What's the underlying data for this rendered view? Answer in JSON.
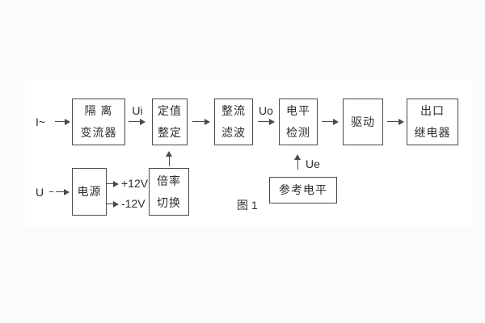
{
  "page": {
    "background": "#fbfbfb",
    "panel_background": "#ffffff",
    "line_color": "#4a4a4a",
    "text_color": "#2e2e2e"
  },
  "diagram": {
    "caption": "图 1",
    "inputs": {
      "current": "I~",
      "voltage": "U"
    },
    "signals": {
      "ui": "Ui",
      "uo": "Uo",
      "ue": "Ue",
      "plus12": "+12V",
      "minus12": "-12V"
    },
    "blocks": {
      "isolation": {
        "line1": "隔 离",
        "line2": "变流器"
      },
      "setting": {
        "line1": "定值",
        "line2": "整定"
      },
      "rectify": {
        "line1": "整流",
        "line2": "滤波"
      },
      "level": {
        "line1": "电平",
        "line2": "检测"
      },
      "drive": {
        "line1": "驱动"
      },
      "output": {
        "line1": "出口",
        "line2": "继电器"
      },
      "power": {
        "line1": "电源"
      },
      "multiplier": {
        "line1": "倍率",
        "line2": "切换"
      },
      "reference": {
        "line1": "参考电平"
      }
    }
  }
}
